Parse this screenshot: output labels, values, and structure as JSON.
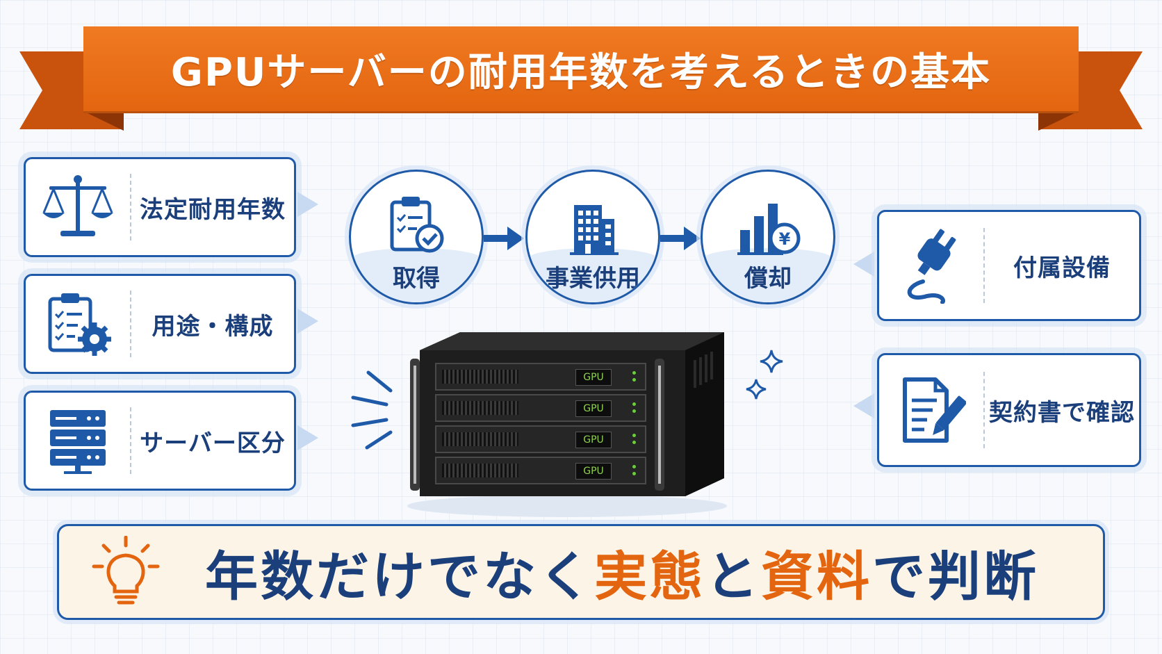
{
  "banner": {
    "title": "GPUサーバーの耐用年数を考えるときの基本"
  },
  "left_cards": [
    {
      "label": "法定耐用年数",
      "icon": "scale-icon"
    },
    {
      "label": "用途・構成",
      "icon": "clipboard-gear-icon"
    },
    {
      "label": "サーバー区分",
      "icon": "server-rack-icon"
    }
  ],
  "flow": [
    {
      "label": "取得",
      "icon": "clipboard-check-icon"
    },
    {
      "label": "事業供用",
      "icon": "building-icon"
    },
    {
      "label": "償却",
      "icon": "bar-chart-yen-icon"
    }
  ],
  "right_cards": [
    {
      "label": "付属設備",
      "icon": "plug-icon"
    },
    {
      "label": "契約書で確認",
      "icon": "document-pen-icon"
    }
  ],
  "server": {
    "slots": [
      "GPU",
      "GPU",
      "GPU",
      "GPU"
    ]
  },
  "conclusion": {
    "icon": "lightbulb-icon",
    "part1": "年数だけでなく",
    "highlight1": "実態",
    "part2": "と",
    "highlight2": "資料",
    "part3": "で判断"
  },
  "colors": {
    "orange": "#e4650f",
    "navy": "#1b3f7a",
    "blue": "#1f5aa8",
    "panel": "#fcf4e6"
  }
}
